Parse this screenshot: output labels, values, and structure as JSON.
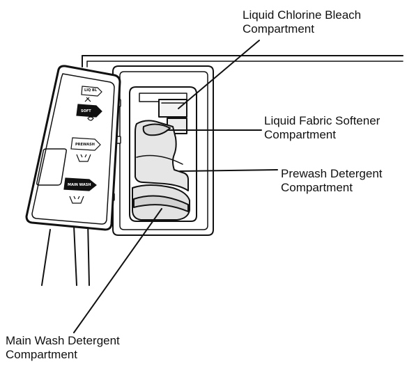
{
  "callouts": {
    "bleach": {
      "line1": "Liquid Chlorine Bleach",
      "line2": "Compartment"
    },
    "softener": {
      "line1": "Liquid Fabric Softener",
      "line2": "Compartment"
    },
    "prewash": {
      "line1": "Prewash Detergent",
      "line2": "Compartment"
    },
    "main": {
      "line1": "Main Wash Detergent",
      "line2": "Compartment"
    }
  },
  "door_icons": [
    {
      "name": "bleach-icon",
      "style": "outline"
    },
    {
      "name": "softener-icon",
      "style": "filled"
    },
    {
      "name": "prewash-icon",
      "style": "outline"
    },
    {
      "name": "main-wash-icon",
      "style": "filled"
    }
  ],
  "colors": {
    "line": "#111111",
    "background": "#ffffff",
    "drawer_fill": "#ececec",
    "cup_shade": "#d8d8d8"
  }
}
